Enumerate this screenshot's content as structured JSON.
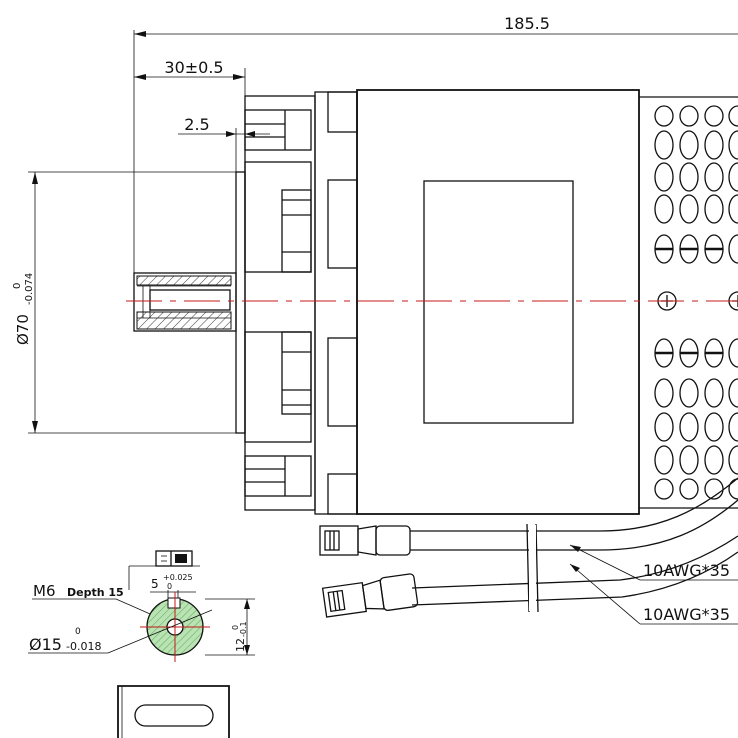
{
  "dimensions": {
    "overall_length": "185.5",
    "shaft_length": "30±0.5",
    "flange_step": "2.5",
    "body_diameter_symbol": "Ø70",
    "body_diameter_tol_upper": "0",
    "body_diameter_tol_lower": "-0.074",
    "shaft_diameter": "Ø15",
    "shaft_diameter_tol_upper": "0",
    "shaft_diameter_tol_lower": "-0.018",
    "thread": "M6",
    "thread_depth": "Depth 15",
    "keyway_width": "5",
    "keyway_tol_upper": "+0.025",
    "keyway_tol_lower": "0",
    "keyway_height": "12",
    "keyway_height_tol_upper": "0",
    "keyway_height_tol_lower": "-0.1"
  },
  "wires": [
    {
      "label": "10AWG*35"
    },
    {
      "label": "10AWG*35"
    }
  ],
  "colors": {
    "line": "#111111",
    "centerline": "#c41818",
    "section_fill": "#b9e3b2"
  }
}
